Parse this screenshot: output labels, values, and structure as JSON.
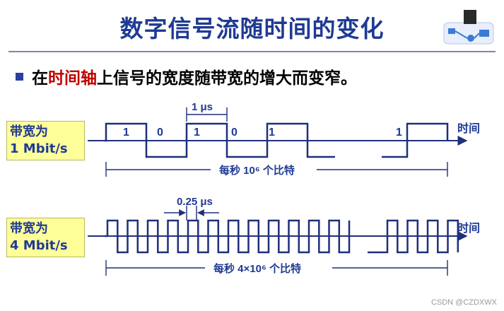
{
  "title": "数字信号流随时间的变化",
  "bullet": {
    "before": "在",
    "highlight": "时间轴",
    "after": "上信号的宽度随带宽的增大而变窄。"
  },
  "panel1": {
    "label_line1": "带宽为",
    "label_line2": "1 Mbit/s",
    "pulse_width_label": "1 μs",
    "bits": [
      "1",
      "0",
      "1",
      "0",
      "1",
      "1"
    ],
    "time_label": "时间",
    "span_label": "每秒 10⁶ 个比特"
  },
  "panel2": {
    "label_line1": "带宽为",
    "label_line2": "4 Mbit/s",
    "pulse_width_label": "0.25 μs",
    "time_label": "时间",
    "span_label": "每秒 4×10⁶ 个比特"
  },
  "watermark": "CSDN @CZDXWX",
  "colors": {
    "title": "#1f3a93",
    "highlight": "#c00000",
    "label_bg": "#ffff99",
    "wave": "#1f2f7a"
  },
  "logo_icon": "network-devices-icon"
}
